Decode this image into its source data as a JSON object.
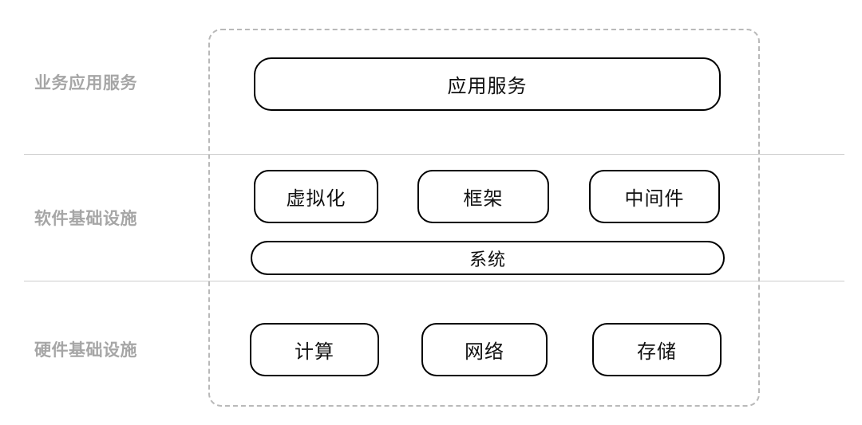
{
  "diagram": {
    "layers": [
      {
        "id": "business-application-services",
        "label": "业务应用服务",
        "boxes": [
          {
            "label": "应用服务"
          }
        ]
      },
      {
        "id": "software-infrastructure",
        "label": "软件基础设施",
        "boxes": [
          {
            "label": "虚拟化"
          },
          {
            "label": "框架"
          },
          {
            "label": "中间件"
          }
        ],
        "wide_box": {
          "label": "系统"
        }
      },
      {
        "id": "hardware-infrastructure",
        "label": "硬件基础设施",
        "boxes": [
          {
            "label": "计算"
          },
          {
            "label": "网络"
          },
          {
            "label": "存储"
          }
        ]
      }
    ],
    "colors": {
      "background": "#ffffff",
      "box_border": "#000000",
      "box_text": "#111111",
      "layer_label_text": "#a6a6a6",
      "divider_line": "#cccccc",
      "dashed_boundary": "#b9b9b9"
    }
  }
}
